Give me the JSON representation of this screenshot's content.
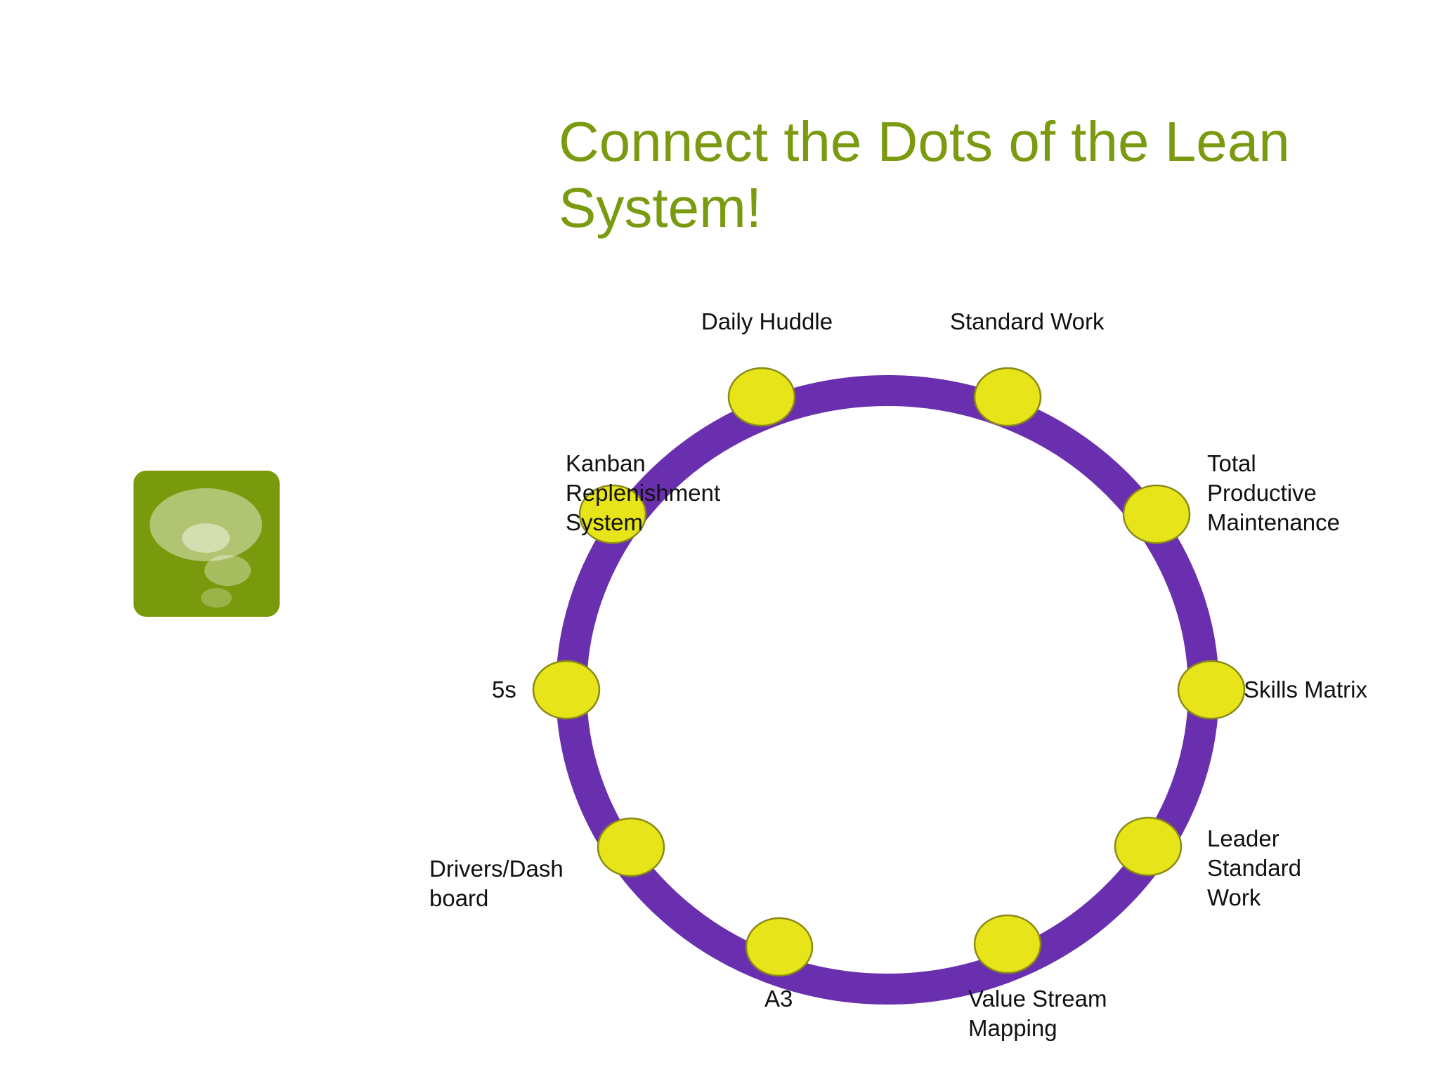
{
  "title": "Connect the Dots of the Lean System!",
  "colors": {
    "title": "#7A9A0F",
    "ring": "#6A2FAE",
    "dot_fill": "#E8E41A",
    "dot_stroke": "#8A8A18",
    "icon_bg": "#799A0C"
  },
  "icon": "thought-bubble-icon",
  "nodes": [
    {
      "id": "daily-huddle",
      "lines": [
        "Daily Huddle"
      ]
    },
    {
      "id": "standard-work",
      "lines": [
        "Standard Work"
      ]
    },
    {
      "id": "total-productive-maintenance",
      "lines": [
        "Total",
        "Productive",
        "Maintenance"
      ]
    },
    {
      "id": "skills-matrix",
      "lines": [
        "Skills Matrix"
      ]
    },
    {
      "id": "leader-standard-work",
      "lines": [
        "Leader",
        "Standard",
        "Work"
      ]
    },
    {
      "id": "value-stream-mapping",
      "lines": [
        "Value Stream",
        "Mapping"
      ]
    },
    {
      "id": "a3",
      "lines": [
        "A3"
      ]
    },
    {
      "id": "drivers-dashboard",
      "lines": [
        "Drivers/Dash",
        "board"
      ]
    },
    {
      "id": "5s",
      "lines": [
        "5s"
      ]
    },
    {
      "id": "kanban-replenishment-system",
      "lines": [
        "Kanban",
        "Replenishment",
        "System"
      ]
    }
  ]
}
